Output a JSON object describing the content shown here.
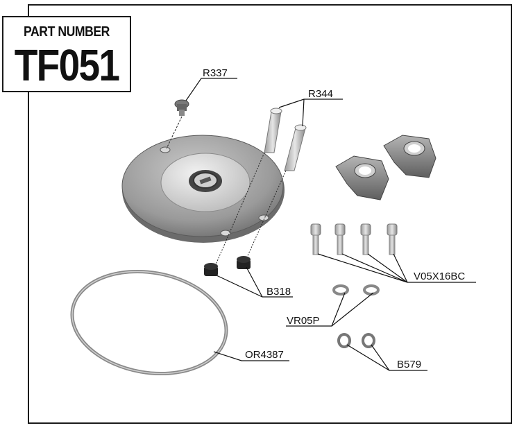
{
  "part_number": {
    "label": "PART NUMBER",
    "value": "TF051"
  },
  "callouts": {
    "r337": "R337",
    "r344": "R344",
    "b318": "B318",
    "or4387": "OR4387",
    "v05x16bc": "V05X16BC",
    "vr05p": "VR05P",
    "b579": "B579"
  }
}
